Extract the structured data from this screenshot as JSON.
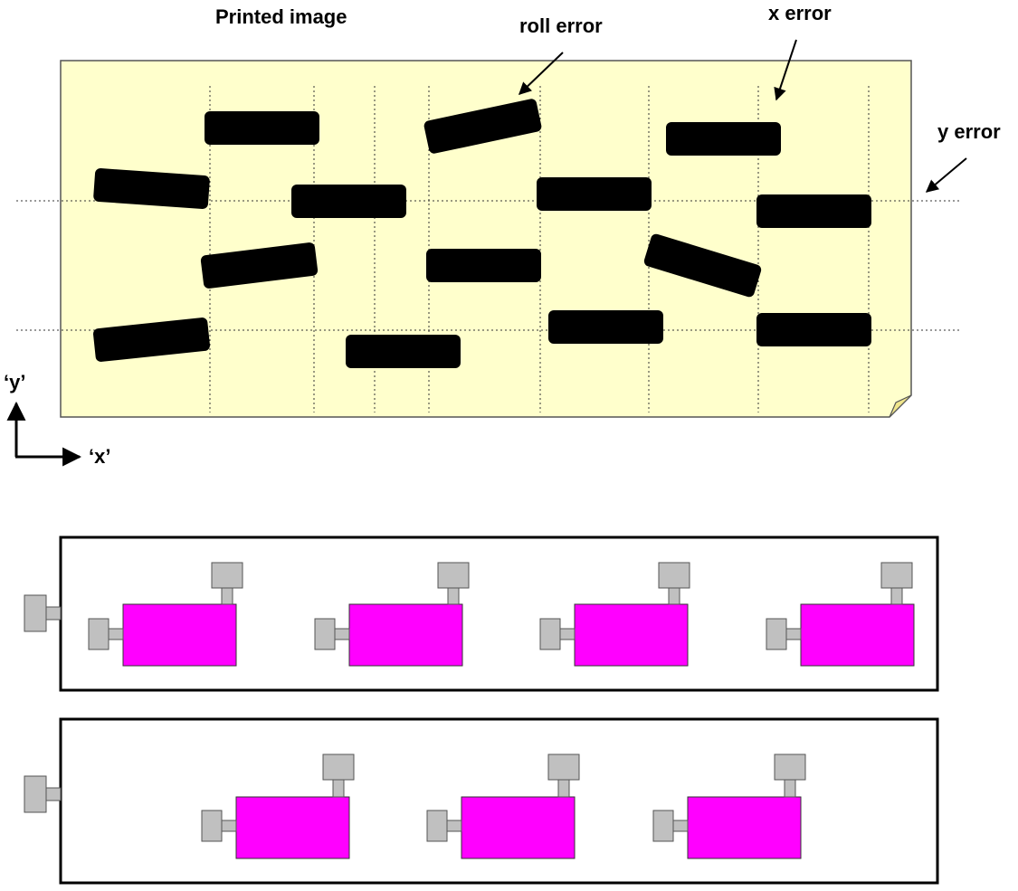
{
  "labels": {
    "printed_image": "Printed image",
    "roll_error": "roll error",
    "x_error": "x error",
    "y_error": "y error",
    "axis_y": "‘y’",
    "axis_x": "‘x’"
  },
  "colors": {
    "sheet_fill": "#ffffcc",
    "sheet_border": "#555555",
    "mark_fill": "#000000",
    "printhead_fill": "#ff00ff",
    "actuator_fill": "#c0c0c0",
    "frame_border": "#000000"
  },
  "upper_printhead_bar": {
    "printhead_count": 4
  },
  "lower_printhead_bar": {
    "printhead_count": 3
  }
}
